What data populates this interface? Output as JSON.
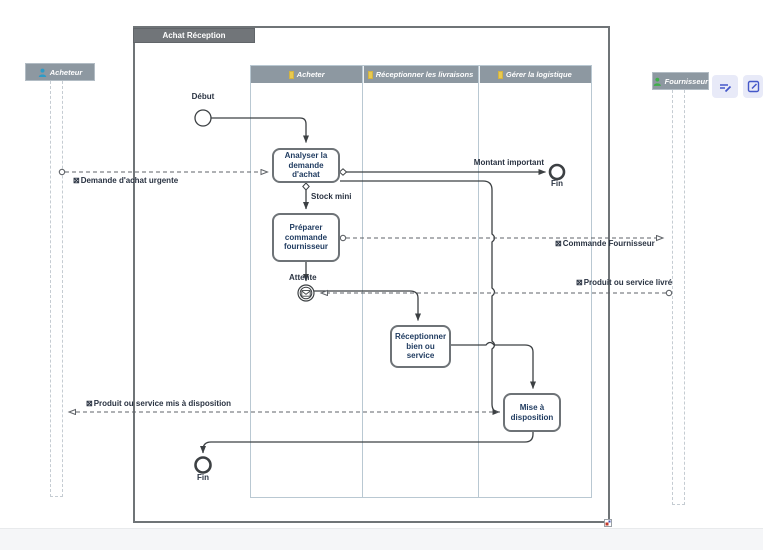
{
  "pool": {
    "title": "Achat Réception"
  },
  "participants": {
    "acheteur": {
      "label": "Acheteur"
    },
    "fournisseur": {
      "label": "Fournisseur"
    }
  },
  "lanes": [
    {
      "label": "Acheter"
    },
    {
      "label": "Réceptionner les livraisons"
    },
    {
      "label": "Gérer la logistique"
    }
  ],
  "nodes": {
    "start_label": "Début",
    "analyser": "Analyser la demande d'achat",
    "preparer": "Préparer commande fournisseur",
    "attente_label": "Attente",
    "receptionner": "Réceptionner bien ou service",
    "mise": "Mise à disposition",
    "fin_top": "Fin",
    "fin_bottom": "Fin"
  },
  "flows": {
    "montant_important": "Montant important",
    "stock_mini": "Stock mini"
  },
  "messages": {
    "demande": "Demande d'achat urgente",
    "commande": "Commande Fournisseur",
    "livre": "Produit ou service livré",
    "mise_dispo": "Produit ou service mis à disposition"
  },
  "icons": {
    "envelope": "⊠"
  },
  "colors": {
    "pool_border": "#6f7477",
    "header_bg": "#8d98a1",
    "lane_border": "#b9c8d2",
    "lane_marker": "#e9c94e",
    "button_bg": "#e8eaf8",
    "button_icon": "#4558c9",
    "acheteur_icon": "#2e9bc6",
    "fournisseur_icon": "#3fae49",
    "task_text": "#1e3a5f"
  }
}
